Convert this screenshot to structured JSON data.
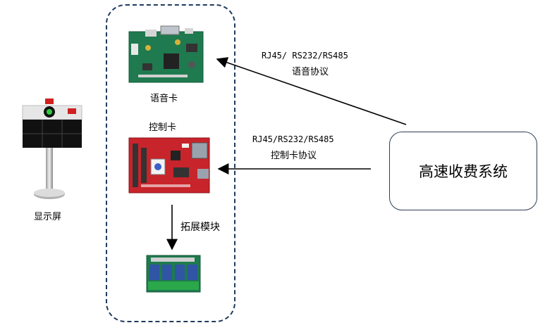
{
  "display": {
    "label": "显示屏"
  },
  "voice_card": {
    "label": "语音卡"
  },
  "control_card": {
    "label": "控制卡"
  },
  "expansion": {
    "label": "拓展模块"
  },
  "system": {
    "label": "高速收费系统"
  },
  "links": {
    "voice_protocol": {
      "line1": "RJ45/ RS232/RS485",
      "line2": "语音协议"
    },
    "control_protocol": {
      "line1": "RJ45/RS232/RS485",
      "line2": "控制卡协议"
    }
  },
  "colors": {
    "border_dash": "#1f3a5f",
    "pcb_green": "#1f7a4f",
    "pcb_red": "#c8242b",
    "relay_blue": "#2f55a4",
    "terminal_green": "#2aa84a"
  }
}
